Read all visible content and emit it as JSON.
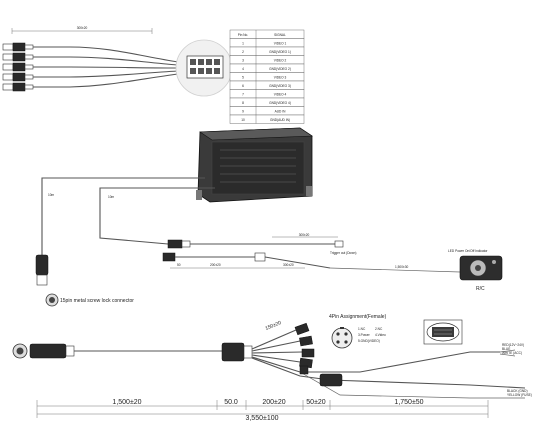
{
  "pin_table": {
    "header": {
      "pin": "Pin No.",
      "signal": "SIGNAL"
    },
    "rows": [
      {
        "pin": "1",
        "signal": "VIDEO 1"
      },
      {
        "pin": "2",
        "signal": "GND(VIDEO 1)"
      },
      {
        "pin": "3",
        "signal": "VIDEO 2"
      },
      {
        "pin": "4",
        "signal": "GND(VIDEO 2)"
      },
      {
        "pin": "5",
        "signal": "VIDEO 3"
      },
      {
        "pin": "6",
        "signal": "GND(VIDEO 3)"
      },
      {
        "pin": "7",
        "signal": "VIDEO 4"
      },
      {
        "pin": "8",
        "signal": "GND(VIDEO 4)"
      },
      {
        "pin": "9",
        "signal": "AUD IN"
      },
      {
        "pin": "10",
        "signal": "GND(AUD IN)"
      }
    ]
  },
  "labels": {
    "top_branch_len": "300±20",
    "left_cable_len": "10m",
    "mid_cable_len": "10m",
    "connector_note": "15pin metal screw lock connector",
    "trigger_len": "300±20",
    "trigger_label": "Trigger out (Down)",
    "seg1": "50",
    "seg2": "200±20",
    "seg3": "300±20",
    "remote_cable": "1,500±30",
    "led_note": "LED Power On/Off Indicator",
    "rc_label": "R/C",
    "pin4_title": "4Pin Assignment(Female)",
    "pin4_1": "1.NC",
    "pin4_2": "2.NC",
    "pin4_3": "3.Power",
    "pin4_4": "4.Video",
    "pin4_5": "5.GND(VIDEO)",
    "fan_len": "150±20",
    "right_wires_1": "RED(12V~24V)",
    "right_wires_2": "BLUE",
    "right_wires_3": "WHITE (ACC)",
    "right_wires_4": "BLACK (GND)",
    "right_wires_5": "YELLOW (FUSE)",
    "dims": {
      "d1": "1,500±20",
      "d2": "50.0",
      "d3": "200±20",
      "d4": "50±20",
      "d5": "1,750±50",
      "total": "3,550±100"
    }
  }
}
